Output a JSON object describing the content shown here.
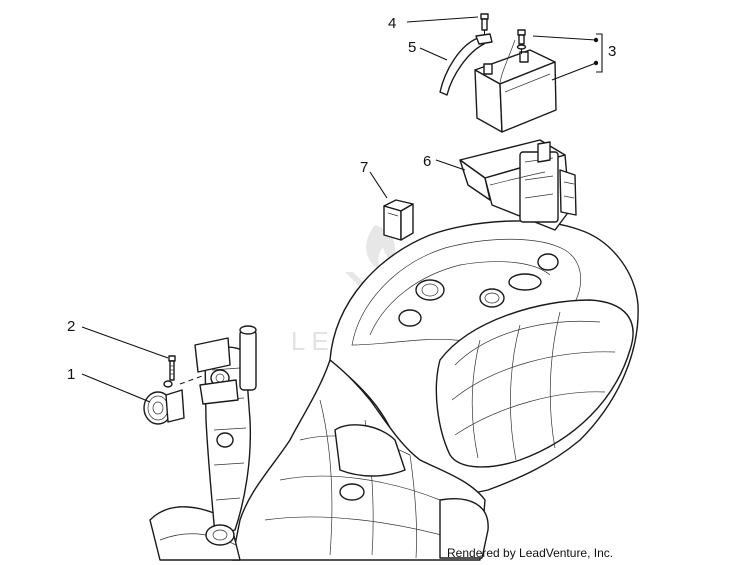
{
  "callouts": [
    {
      "id": "1",
      "part": "horn"
    },
    {
      "id": "2",
      "part": "horn-bolt"
    },
    {
      "id": "3",
      "part": "battery-screws"
    },
    {
      "id": "4",
      "part": "cable-bolt"
    },
    {
      "id": "5",
      "part": "battery-cable"
    },
    {
      "id": "6",
      "part": "battery-box"
    },
    {
      "id": "7",
      "part": "relay"
    }
  ],
  "watermark": {
    "text": "LEADVENTURE",
    "brand_color": "#e7e7e7"
  },
  "footer": {
    "credit": "Rendered by LeadVenture, Inc."
  },
  "colors": {
    "line": "#1a1a1a",
    "background": "#ffffff"
  }
}
